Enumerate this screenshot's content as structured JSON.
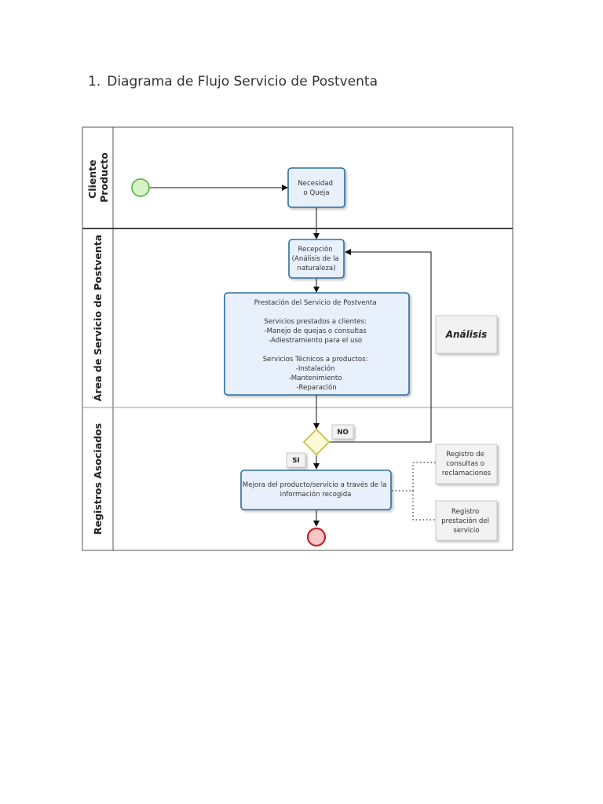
{
  "heading": {
    "number": "1.",
    "title": "Diagrama de Flujo Servicio de Postventa"
  },
  "lanes": [
    {
      "lines": [
        "Cliente",
        "Producto"
      ]
    },
    {
      "lines": [
        "Área de Servicio de Postventa"
      ]
    },
    {
      "lines": [
        "Registros Asociados"
      ]
    }
  ],
  "tasks": {
    "necesidad": [
      "Necesidad",
      "o Queja"
    ],
    "recepcion": [
      "Recepción",
      "(Análisis de la",
      "naturaleza)"
    ],
    "prestacion": [
      "Prestación del Servicio de Postventa",
      "",
      "Servicios prestados a clientes:",
      "-Manejo de quejas o consultas",
      "-Adiestramiento para el uso",
      "",
      "Servicios Técnicos a productos:",
      "-Instalación",
      "-Mantenimiento",
      "-Reparación"
    ],
    "mejora": [
      "Mejora del producto/servicio a través de la",
      "información recogida"
    ]
  },
  "gateway_labels": {
    "no": "NO",
    "si": "SI"
  },
  "annotation": "Análisis",
  "records": {
    "consultas": [
      "Registro de",
      "consultas o",
      "reclamaciones"
    ],
    "prestacion": [
      "Registro",
      "prestación del",
      "servicio"
    ]
  },
  "colors": {
    "task_fill": "#e8f0fb",
    "task_stroke": "#2e6ca4",
    "start_fill": "#d8f2c8",
    "start_stroke": "#5cb84a",
    "end_fill": "#f7c6c6",
    "end_stroke": "#c0232a",
    "gateway_fill": "#fbfbd8",
    "gateway_stroke": "#c9c24a"
  }
}
